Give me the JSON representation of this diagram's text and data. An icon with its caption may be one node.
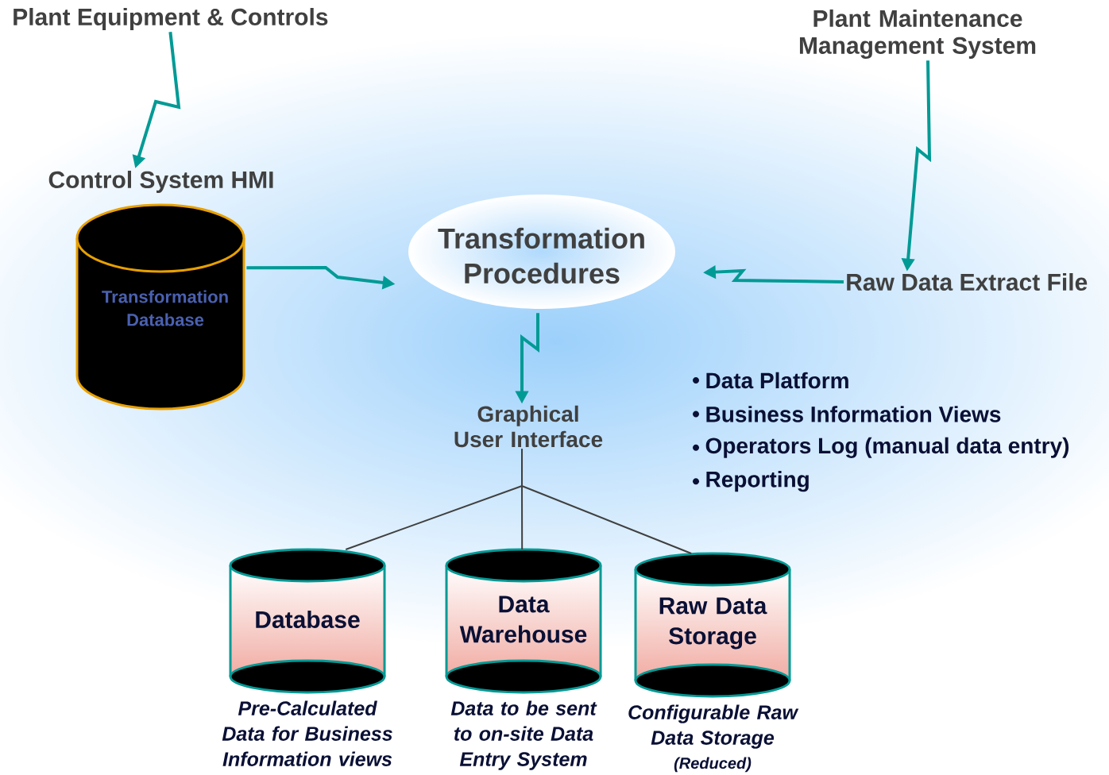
{
  "diagram": {
    "nodes": [
      {
        "text": [
          "Plant Equipment & Controls"
        ]
      },
      {
        "text": [
          "Plant Maintenance Management System"
        ]
      },
      {
        "text": [
          "Control System HMI",
          "Transformation Database"
        ]
      },
      {
        "text": [
          "Transformation Procedures"
        ]
      },
      {
        "text": [
          "Raw Data Extract File"
        ]
      },
      {
        "text": [
          "Graphical User Interface"
        ]
      },
      {
        "text": [
          "Database"
        ],
        "beside": [
          "Pre-Calculated Data for Business Information views"
        ]
      },
      {
        "text": [
          "Data Warehouse"
        ],
        "beside": [
          "Data to be sent to on-site Data Entry System"
        ]
      },
      {
        "text": [
          "Raw Data Storage"
        ],
        "beside": [
          "Configurable Raw Data Storage",
          "(Reduced)"
        ]
      }
    ],
    "edges": [
      {
        "from": 0,
        "to": 2,
        "arrow": "to"
      },
      {
        "from": 1,
        "to": 4,
        "arrow": "to"
      },
      {
        "from": 2,
        "to": 3,
        "arrow": "to"
      },
      {
        "from": 4,
        "to": 3,
        "arrow": "to"
      },
      {
        "from": 3,
        "to": 5,
        "arrow": "to"
      },
      {
        "from": 5,
        "to": 6,
        "arrow": "none",
        "color": "#404040"
      },
      {
        "from": 5,
        "to": 7,
        "arrow": "none",
        "color": "#404040"
      },
      {
        "from": 5,
        "to": 8,
        "arrow": "none",
        "color": "#404040"
      }
    ],
    "labels": [
      "Data Platform",
      "Business Information Views",
      "Operators Log (manual data entry)",
      "Reporting"
    ]
  }
}
